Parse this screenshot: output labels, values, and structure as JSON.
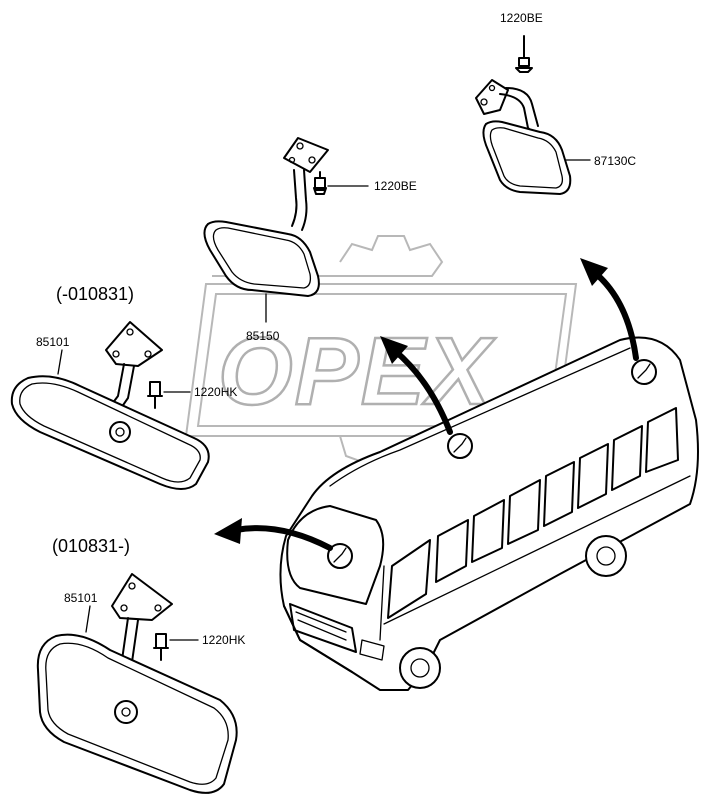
{
  "watermark": {
    "text": "OPEX"
  },
  "groups": {
    "before": "(-010831)",
    "after": "(010831-)"
  },
  "labels": {
    "bolt_top": "1220BE",
    "mirror_top_right": "87130C",
    "bolt_middle": "1220BE",
    "mirror_middle": "85150",
    "mirror_before": "85101",
    "bolt_before": "1220HK",
    "mirror_after": "85101",
    "bolt_after": "1220HK"
  },
  "colors": {
    "line": "#000000",
    "watermark": "#b8b8b8"
  }
}
